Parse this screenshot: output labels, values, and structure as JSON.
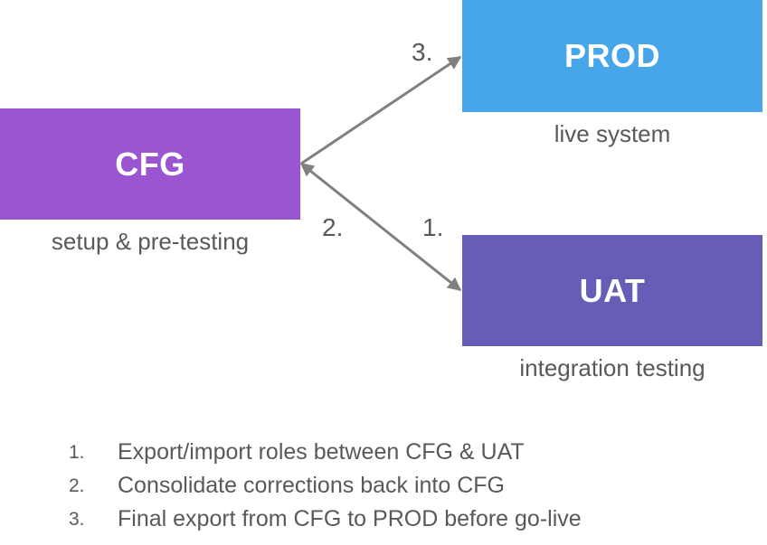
{
  "colors": {
    "cfg": "#9b55d0",
    "prod": "#47a5ea",
    "uat": "#665eb6",
    "arrow": "#808080",
    "text": "#595959"
  },
  "nodes": {
    "cfg": {
      "label": "CFG",
      "caption": "setup & pre-testing"
    },
    "prod": {
      "label": "PROD",
      "caption": "live system"
    },
    "uat": {
      "label": "UAT",
      "caption": "integration testing"
    }
  },
  "edges": [
    {
      "from": "cfg",
      "to": "prod",
      "label": "3.",
      "direction": "one-way"
    },
    {
      "from": "cfg",
      "to": "uat",
      "label": "1.",
      "direction": "forward"
    },
    {
      "from": "uat",
      "to": "cfg",
      "label": "2.",
      "direction": "back"
    }
  ],
  "step_labels": {
    "one": "1.",
    "two": "2.",
    "three": "3."
  },
  "legend": [
    {
      "num": "1.",
      "text": "Export/import roles between CFG & UAT"
    },
    {
      "num": "2.",
      "text": "Consolidate corrections back into CFG"
    },
    {
      "num": "3.",
      "text": "Final export from CFG to PROD before go-live"
    }
  ]
}
